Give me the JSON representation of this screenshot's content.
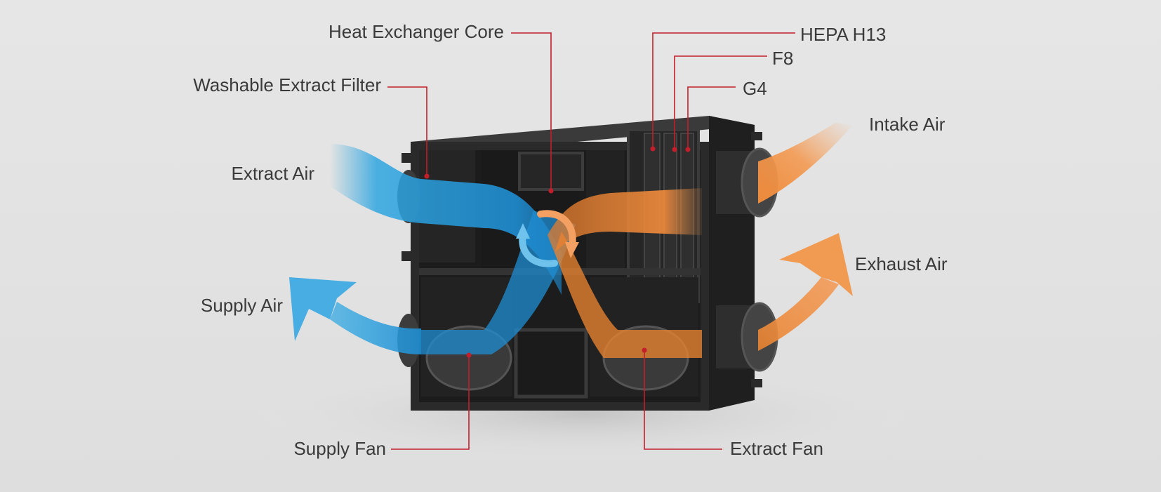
{
  "labels": {
    "heat_exchanger_core": "Heat Exchanger Core",
    "washable_extract_filter": "Washable Extract Filter",
    "extract_air": "Extract Air",
    "supply_air": "Supply Air",
    "supply_fan": "Supply Fan",
    "hepa": "HEPA H13",
    "f8": "F8",
    "g4": "G4",
    "intake_air": "Intake Air",
    "exhaust_air": "Exhaust Air",
    "extract_fan": "Extract Fan"
  },
  "colors": {
    "leader": "#c41e2a",
    "cold_air": "#2d9fdc",
    "warm_air": "#f08a3a",
    "unit_body": "#2b2b2b",
    "background": "#e4e4e4"
  }
}
